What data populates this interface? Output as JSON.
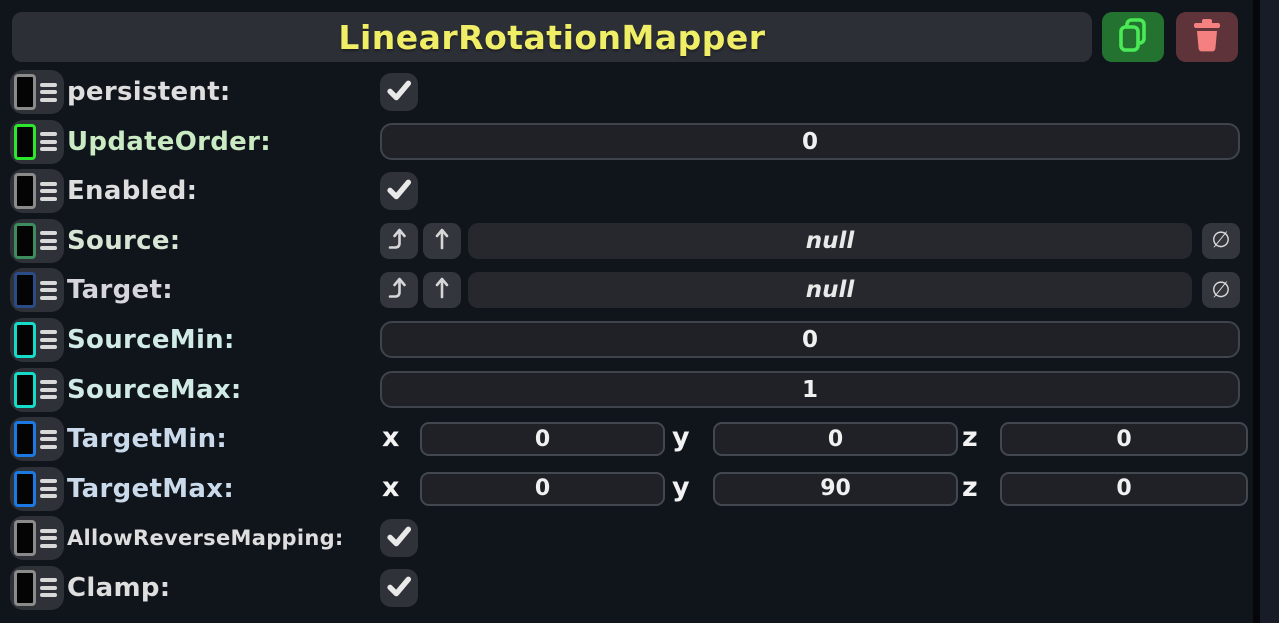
{
  "header": {
    "component_name": "LinearRotationMapper",
    "duplicate_button": {
      "icon": "duplicate-icon",
      "bg": "#23722f",
      "icon_color": "#4ae956"
    },
    "destroy_button": {
      "icon": "trash-icon",
      "bg": "#5e343a",
      "icon_color": "#f58080"
    }
  },
  "axes": {
    "x": "x",
    "y": "y",
    "z": "z"
  },
  "reference_controls": {
    "grab_icon": "bounce-arrow",
    "extract_icon": "up-arrow",
    "clear_glyph": "∅"
  },
  "colors": {
    "background": "#10141b",
    "bar_background": "#2c2f36",
    "field_background": "#1f2127",
    "field_border": "#3f434b",
    "reference_field_background": "#26282e",
    "button_background": "#33363c",
    "title_text": "#efee66",
    "checkmark": "#e9e9e9"
  },
  "rows": [
    {
      "label": "persistent:",
      "type": "checkbox",
      "checked": true,
      "accent": "#8a8a8a",
      "label_color": "#dedede"
    },
    {
      "label": "UpdateOrder:",
      "type": "number",
      "value": "0",
      "accent": "#2be62c",
      "label_color": "#c9eac2"
    },
    {
      "label": "Enabled:",
      "type": "checkbox",
      "checked": true,
      "accent": "#8a8a8a",
      "label_color": "#dedede"
    },
    {
      "label": "Source:",
      "type": "reference",
      "value": "null",
      "accent": "#3c8c5e",
      "label_color": "#d7e5d5"
    },
    {
      "label": "Target:",
      "type": "reference",
      "value": "null",
      "accent": "#2a4b85",
      "label_color": "#d6d4dd"
    },
    {
      "label": "SourceMin:",
      "type": "number",
      "value": "0",
      "accent": "#14dcc9",
      "label_color": "#d0eae5"
    },
    {
      "label": "SourceMax:",
      "type": "number",
      "value": "1",
      "accent": "#14dcc9",
      "label_color": "#d0eae5"
    },
    {
      "label": "TargetMin:",
      "type": "float3",
      "x": "0",
      "y": "0",
      "z": "0",
      "accent": "#1b79e3",
      "label_color": "#cadaeb"
    },
    {
      "label": "TargetMax:",
      "type": "float3",
      "x": "0",
      "y": "90",
      "z": "0",
      "accent": "#1b79e3",
      "label_color": "#cadaeb"
    },
    {
      "label": "AllowReverseMapping:",
      "type": "checkbox",
      "checked": true,
      "accent": "#8a8a8a",
      "label_color": "#dedede"
    },
    {
      "label": "Clamp:",
      "type": "checkbox",
      "checked": true,
      "accent": "#8a8a8a",
      "label_color": "#dedede"
    }
  ]
}
